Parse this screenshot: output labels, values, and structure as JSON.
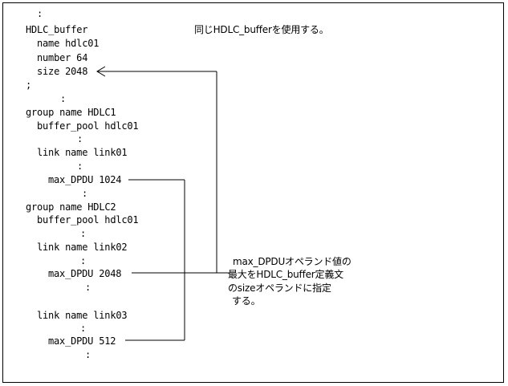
{
  "config": {
    "dots_top": ":",
    "buffer_header": "HDLC_buffer",
    "buffer_name": "name hdlc01",
    "buffer_number": "number 64",
    "buffer_size": "size 2048",
    "semicolon": ";",
    "dots_after_buffer": ":",
    "group1_name": "group name HDLC1",
    "group1_buffer_pool": "buffer_pool hdlc01",
    "group1_dots1": ":",
    "group1_link": "link name link01",
    "group1_dots2": ":",
    "group1_max_dpdu": "max_DPDU 1024",
    "group1_dots3": ":",
    "group2_name": "group name HDLC2",
    "group2_buffer_pool": "buffer_pool hdlc01",
    "group2_dots1": ":",
    "group2_link02": "link name link02",
    "group2_dots2": ":",
    "group2_max_dpdu_link02": "max_DPDU 2048",
    "group2_dots3": ":",
    "group2_link03": "link name link03",
    "group2_dots4": ":",
    "group2_max_dpdu_link03": "max_DPDU 512",
    "group2_dots5": ":"
  },
  "notes": {
    "same_buffer": "同じHDLC_bufferを使用する。",
    "max_note_line1": "max_DPDUオペランド値の",
    "max_note_line2": "最大をHDLC_buffer定義文",
    "max_note_line3": "のsizeオペランドに指定",
    "max_note_line4": "する。"
  }
}
